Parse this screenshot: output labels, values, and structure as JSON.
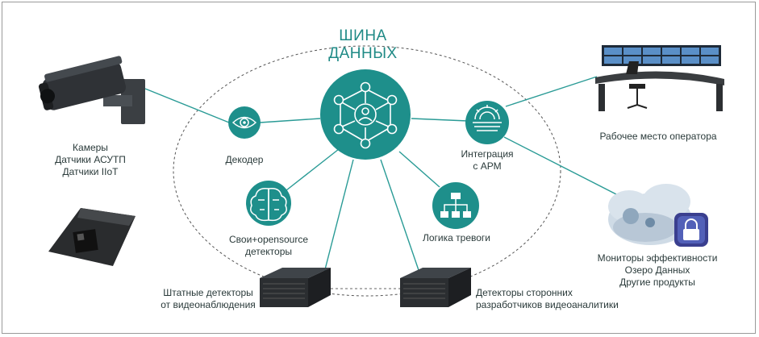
{
  "bus": {
    "title_line1": "ШИНА",
    "title_line2": "ДАННЫХ"
  },
  "nodes": {
    "decoder": "Декодер",
    "detectors_own": {
      "line1": "Свои+opensource",
      "line2": "детекторы"
    },
    "integration": {
      "line1": "Интеграция",
      "line2": "с АРМ"
    },
    "alarm_logic": "Логика тревоги"
  },
  "sources": {
    "line1": "Камеры",
    "line2": "Датчики АСУТП",
    "line3": "Датчики IIoT"
  },
  "operator": "Рабочее место оператора",
  "outputs": {
    "line1": "Мониторы эффективности",
    "line2": "Озеро Данных",
    "line3": "Другие продукты"
  },
  "servers": {
    "standard": {
      "line1": "Штатные детекторы",
      "line2": "от видеонаблюдения"
    },
    "thirdparty": {
      "line1": "Детекторы сторонних",
      "line2": "разработчиков видеоаналитики"
    }
  },
  "colors": {
    "teal": "#1e8f8b",
    "teal_dark": "#157470",
    "line": "#2a9b96",
    "text": "#2a3a3a"
  }
}
